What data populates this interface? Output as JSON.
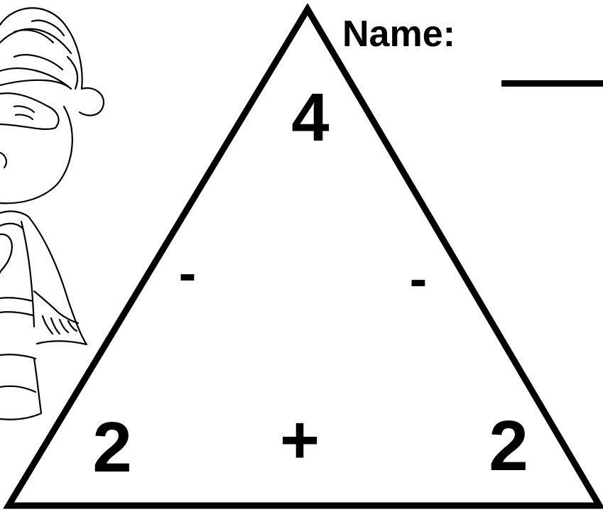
{
  "worksheet": {
    "name_label": "Name:",
    "fact_family": {
      "top_number": "4",
      "bottom_left_number": "2",
      "bottom_right_number": "2",
      "left_operator": "-",
      "right_operator": "-",
      "bottom_operator": "+"
    }
  },
  "clipart": {
    "icon": "superhero-kid-icon"
  },
  "colors": {
    "ink": "#000000",
    "paper": "#ffffff"
  }
}
